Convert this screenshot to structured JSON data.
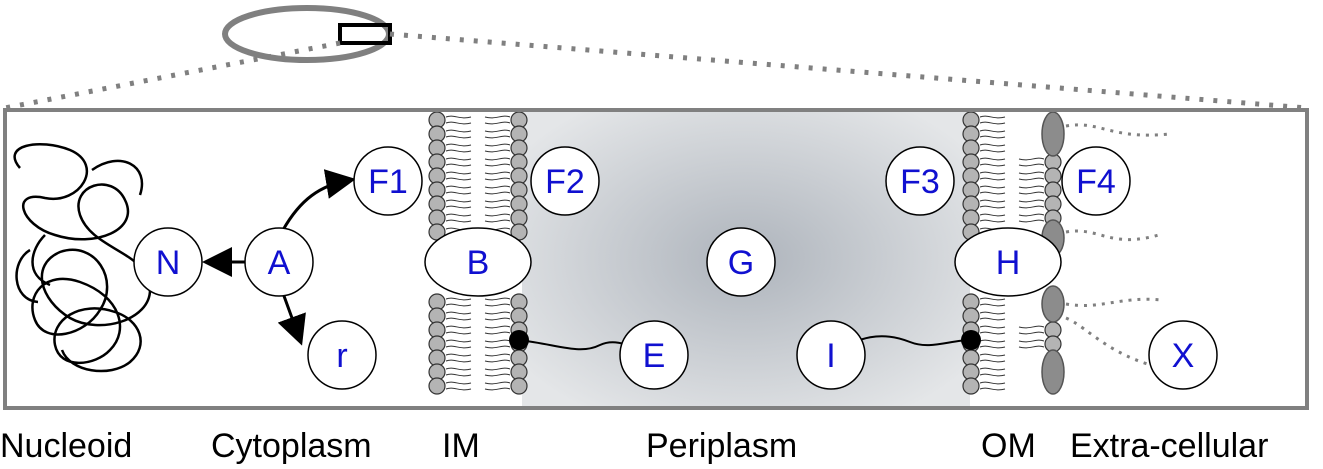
{
  "colors": {
    "node_text": "#1010d0",
    "outline": "#808080",
    "lipid_head": "#b4b4b4",
    "periplasm_center": "#aeb4bc",
    "periplasm_edge": "#e4e6e8",
    "protein_dark": "#8c8c8c",
    "anchor": "#000000"
  },
  "nodes": {
    "N": "N",
    "A": "A",
    "F1": "F1",
    "r": "r",
    "B": "B",
    "F2": "F2",
    "G": "G",
    "E": "E",
    "I": "I",
    "F3": "F3",
    "H": "H",
    "F4": "F4",
    "X": "X"
  },
  "regions": {
    "nucleoid": "Nucleoid",
    "cytoplasm": "Cytoplasm",
    "im": "IM",
    "periplasm": "Periplasm",
    "om": "OM",
    "extracellular": "Extra-cellular"
  }
}
